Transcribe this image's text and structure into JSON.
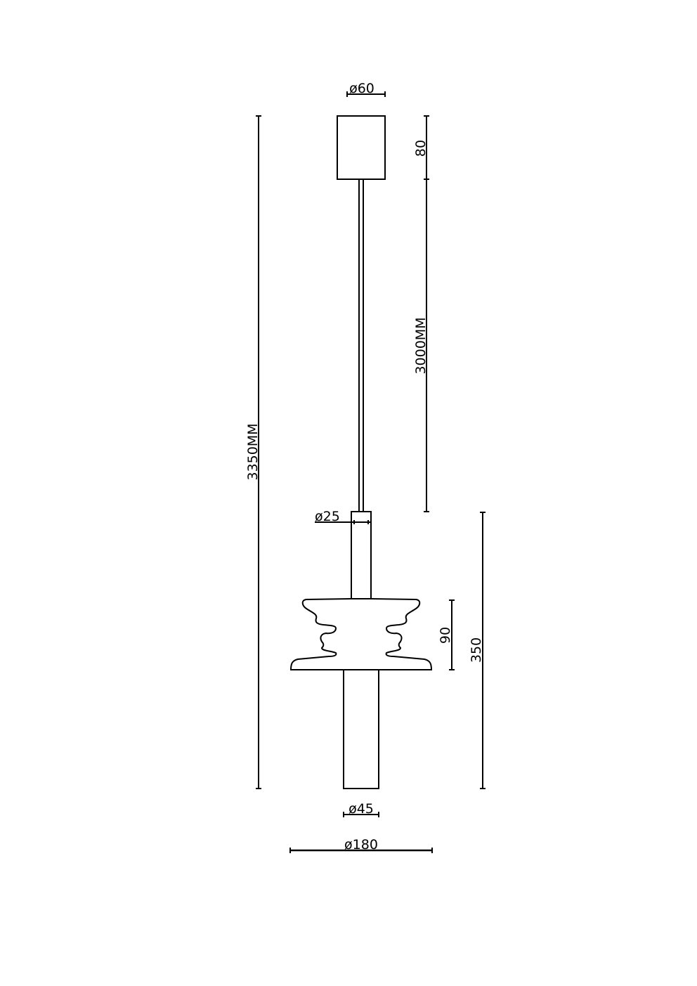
{
  "drawing": {
    "type": "pendant lamp dimension drawing",
    "units": "MM",
    "colors": {
      "line": "#000000",
      "background": "#ffffff"
    },
    "dimensions": {
      "canopy_diameter": "ø60",
      "canopy_height": "80",
      "cable_length": "3000MM",
      "total_height": "3350MM",
      "upper_tube_diameter": "ø25",
      "body_height": "350",
      "shade_height": "90",
      "lower_tube_diameter": "ø45",
      "shade_diameter": "ø180"
    },
    "parts": [
      "canopy",
      "cable",
      "upper-tube",
      "shade",
      "lower-tube"
    ]
  }
}
